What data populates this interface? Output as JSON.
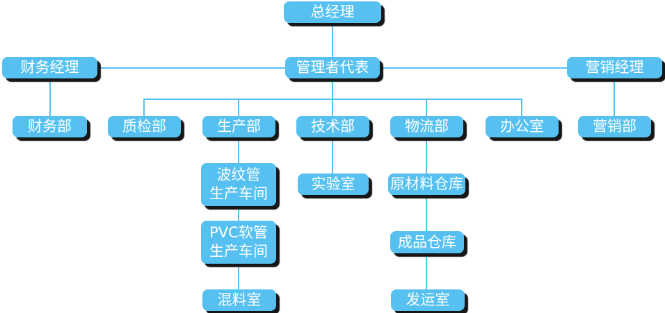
{
  "colors": {
    "box_fill": "#56C1F0",
    "line": "#56C1F0",
    "shadow": "#161616",
    "text": "#FFFFFF",
    "background": "#FFFFFF"
  },
  "nodes": [
    {
      "id": "general-manager",
      "label": "总经理"
    },
    {
      "id": "management-representative",
      "label": "管理者代表"
    },
    {
      "id": "finance-manager",
      "label": "财务经理"
    },
    {
      "id": "marketing-manager",
      "label": "营销经理"
    },
    {
      "id": "finance-dept",
      "label": "财务部"
    },
    {
      "id": "quality-inspection-dept",
      "label": "质检部"
    },
    {
      "id": "production-dept",
      "label": "生产部"
    },
    {
      "id": "technology-dept",
      "label": "技术部"
    },
    {
      "id": "logistics-dept",
      "label": "物流部"
    },
    {
      "id": "office",
      "label": "办公室"
    },
    {
      "id": "marketing-dept",
      "label": "营销部"
    },
    {
      "id": "corrugated-pipe-workshop",
      "label": "波纹管\n生产车间"
    },
    {
      "id": "laboratory",
      "label": "实验室"
    },
    {
      "id": "raw-material-warehouse",
      "label": "原材料仓库"
    },
    {
      "id": "pvc-hose-workshop",
      "label": "PVC软管\n生产车间"
    },
    {
      "id": "finished-goods-warehouse",
      "label": "成品仓库"
    },
    {
      "id": "mixing-room",
      "label": "混料室"
    },
    {
      "id": "shipping-room",
      "label": "发运室"
    }
  ]
}
